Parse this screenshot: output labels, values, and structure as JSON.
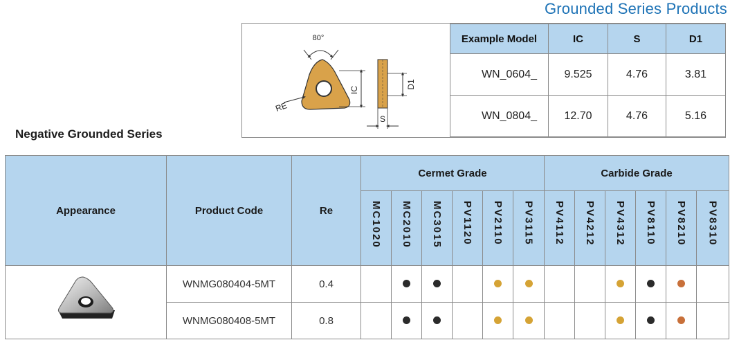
{
  "page": {
    "header_title": "Grounded Series Products",
    "section_heading": "Negative Grounded Series"
  },
  "diagram": {
    "angle_label": "80°",
    "re_label": "RE",
    "ic_label": "IC",
    "d1_label": "D1",
    "s_label": "S"
  },
  "example_table": {
    "headers": [
      "Example Model",
      "IC",
      "S",
      "D1"
    ],
    "rows": [
      [
        "WN_0604_",
        "9.525",
        "4.76",
        "3.81"
      ],
      [
        "WN_0804_",
        "12.70",
        "4.76",
        "5.16"
      ]
    ]
  },
  "grade_table": {
    "headers": {
      "appearance": "Appearance",
      "product_code": "Product Code",
      "re": "Re",
      "cermet_group": "Cermet Grade",
      "carbide_group": "Carbide Grade"
    },
    "grades": [
      "MC1020",
      "MC2010",
      "MC3015",
      "PV1120",
      "PV2110",
      "PV3115",
      "PV4112",
      "PV4212",
      "PV4312",
      "PV8110",
      "PV8210",
      "PV8310"
    ],
    "rows": [
      {
        "code": "WNMG080404-5MT",
        "re": "0.4",
        "marks": [
          "",
          "black",
          "black",
          "",
          "gold",
          "gold",
          "",
          "",
          "gold",
          "black",
          "copper",
          ""
        ]
      },
      {
        "code": "WNMG080408-5MT",
        "re": "0.8",
        "marks": [
          "",
          "black",
          "black",
          "",
          "gold",
          "gold",
          "",
          "",
          "gold",
          "black",
          "copper",
          ""
        ]
      }
    ]
  },
  "colors": {
    "accent_blue": "#1e73b6",
    "header_fill": "#b5d5ee",
    "dot_black": "#2b2b2b",
    "dot_gold": "#d5a335",
    "dot_copper": "#c8703a",
    "insert_gold": "#d9a24a"
  }
}
